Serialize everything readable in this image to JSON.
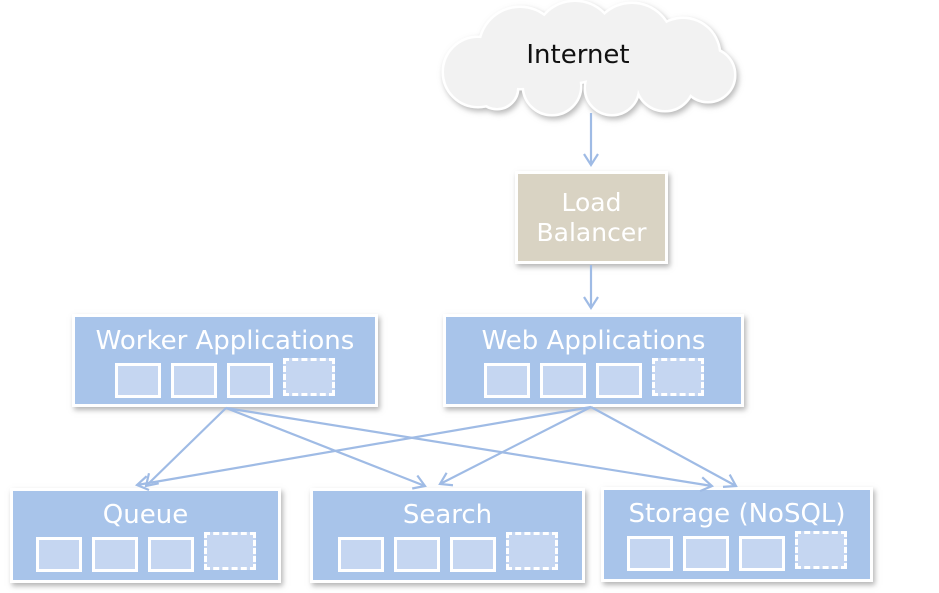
{
  "diagram": {
    "type": "architecture-diagram",
    "background": "#ffffff",
    "colors": {
      "node_blue": "#a8c4ea",
      "instance_blue": "#c5d6f1",
      "node_beige": "#d9d3c3",
      "cloud_fill": "#f2f2f2",
      "outline_white": "#ffffff",
      "arrow_blue": "#9fbbe5",
      "label_light": "#ffffff",
      "label_dark": "#111111"
    },
    "icons": {
      "instance_icon": "solid-bordered-rectangle",
      "instance_ghost_icon": "dashed-bordered-rectangle",
      "cloud_icon": "cloud-shape",
      "arrowhead_icon": "open-chevron"
    },
    "nodes": {
      "internet": {
        "label": "Internet",
        "shape": "cloud"
      },
      "load_balancer": {
        "label": "Load Balancer",
        "shape": "box-beige"
      },
      "worker_apps": {
        "label": "Worker Applications",
        "shape": "box-blue",
        "instances": {
          "solid": 3,
          "dashed": 1
        }
      },
      "web_apps": {
        "label": "Web Applications",
        "shape": "box-blue",
        "instances": {
          "solid": 3,
          "dashed": 1
        }
      },
      "queue": {
        "label": "Queue",
        "shape": "box-blue",
        "instances": {
          "solid": 3,
          "dashed": 1
        }
      },
      "search": {
        "label": "Search",
        "shape": "box-blue",
        "instances": {
          "solid": 3,
          "dashed": 1
        }
      },
      "storage": {
        "label": "Storage (NoSQL)",
        "shape": "box-blue",
        "instances": {
          "solid": 3,
          "dashed": 1
        }
      }
    },
    "edges": [
      {
        "from": "internet",
        "to": "load_balancer"
      },
      {
        "from": "load_balancer",
        "to": "web_apps"
      },
      {
        "from": "worker_apps",
        "to": "queue"
      },
      {
        "from": "worker_apps",
        "to": "search"
      },
      {
        "from": "worker_apps",
        "to": "storage"
      },
      {
        "from": "web_apps",
        "to": "queue"
      },
      {
        "from": "web_apps",
        "to": "search"
      },
      {
        "from": "web_apps",
        "to": "storage"
      }
    ]
  }
}
